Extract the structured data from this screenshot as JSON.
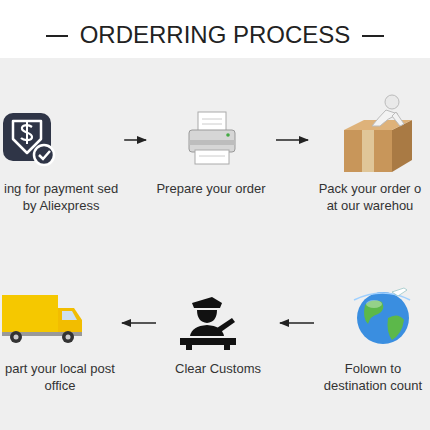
{
  "diagram": {
    "title": "ORDERRING PROCESS",
    "nodes": [
      {
        "text": [
          "ing for payment sed by Aliexpress"
        ]
      },
      {
        "text": [
          "Prepare your order"
        ]
      },
      {
        "text": [
          "Pack your order o at our warehou"
        ]
      },
      {
        "text": [
          "Folown to destination count"
        ]
      },
      {
        "text": [
          "Clear Customs"
        ]
      },
      {
        "text": [
          "part your local post office"
        ]
      }
    ],
    "edges": [
      {
        "from": 0,
        "to": 1,
        "arrow": "to"
      },
      {
        "from": 1,
        "to": 2,
        "arrow": "to"
      },
      {
        "from": 3,
        "to": 4,
        "arrow": "to"
      },
      {
        "from": 4,
        "to": 5,
        "arrow": "to"
      }
    ]
  }
}
